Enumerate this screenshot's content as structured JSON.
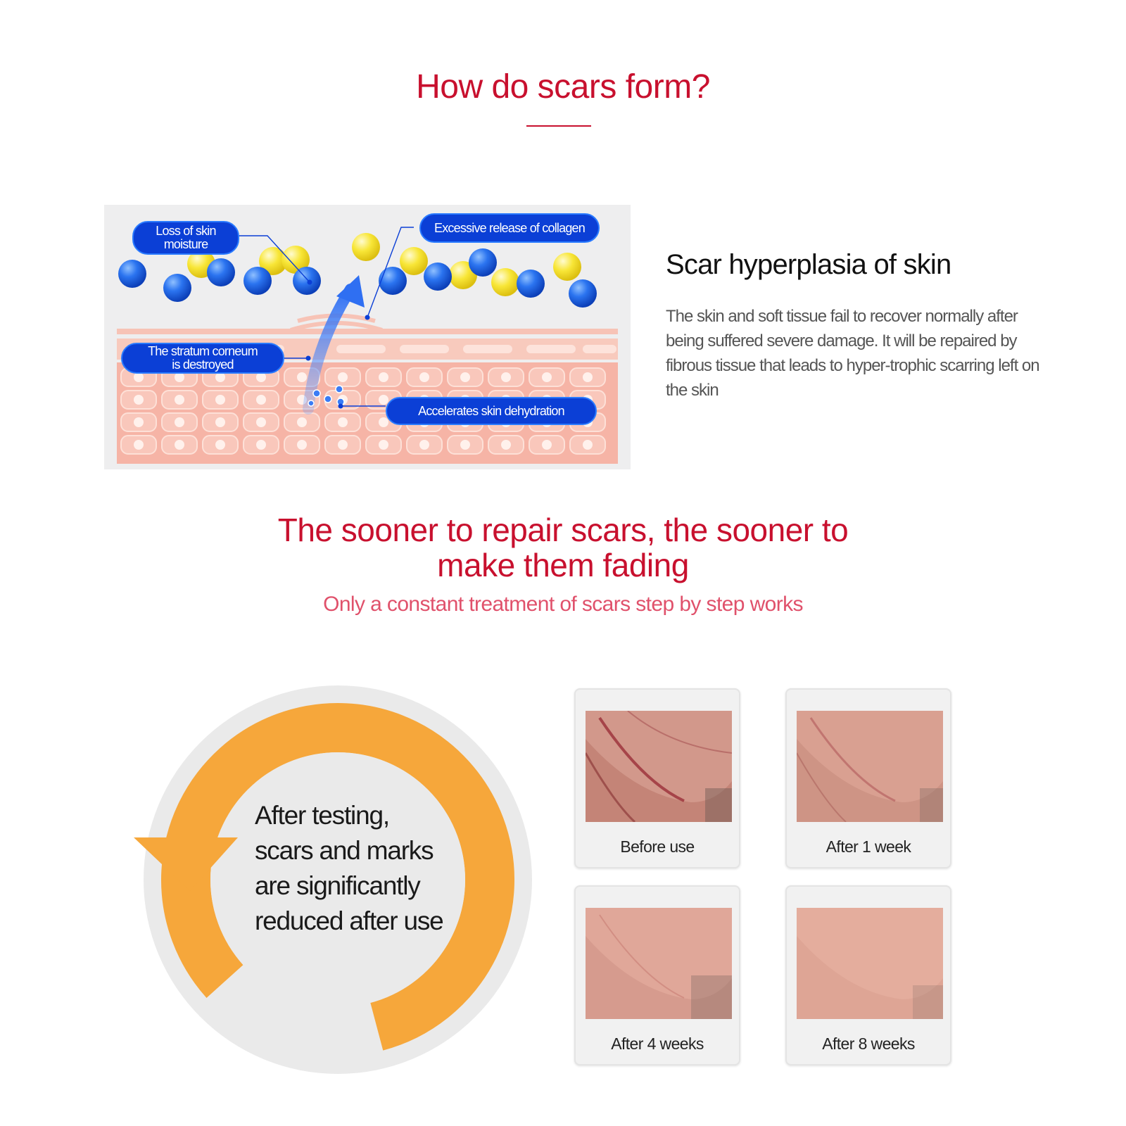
{
  "header": {
    "title": "How do scars form?"
  },
  "diagram": {
    "labels": {
      "moisture_line1": "Loss of skin",
      "moisture_line2": "moisture",
      "collagen": "Excessive release of collagen",
      "stratum_line1": "The stratum corneum",
      "stratum_line2": "is destroyed",
      "dehydration": "Accelerates skin dehydration"
    },
    "colors": {
      "pill": "#0b3fd6",
      "blue_ball": "#1a5ff0",
      "yellow_ball": "#f5e020",
      "skin": "#f6b4a6"
    }
  },
  "info": {
    "heading": "Scar hyperplasia of skin",
    "body": "The skin and soft tissue fail to recover normally after being suffered severe damage. It will be repaired by fibrous tissue that leads to hyper-trophic scarring left on the skin"
  },
  "mid": {
    "heading_line1": "The sooner to repair scars, the sooner to",
    "heading_line2": "make them fading",
    "subheading": "Only a constant treatment of scars step by step works"
  },
  "cycle": {
    "line1": "After testing,",
    "line2": "scars and marks",
    "line3": "are significantly",
    "line4": "reduced after use",
    "accent": "#f6a73b"
  },
  "results": [
    {
      "caption": "Before use"
    },
    {
      "caption": "After 1 week"
    },
    {
      "caption": "After 4 weeks"
    },
    {
      "caption": "After 8 weeks"
    }
  ]
}
